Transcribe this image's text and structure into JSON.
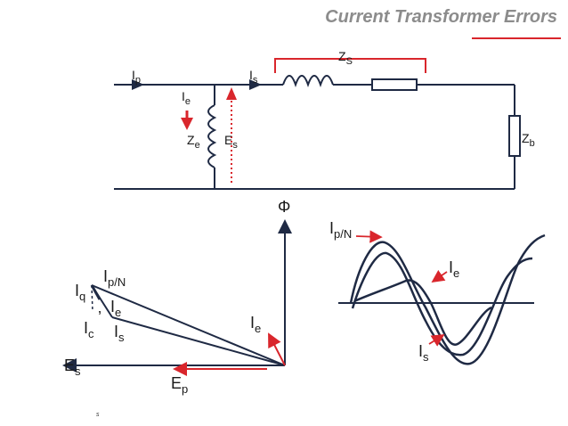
{
  "slide": {
    "title": "Current Transformer Errors",
    "footer_mark": "s"
  },
  "circuit": {
    "ip": "I",
    "ip_sub": "p",
    "is": "I",
    "is_sub": "s",
    "ie": "I",
    "ie_sub": "e",
    "ze": "Z",
    "ze_sub": "e",
    "es": "E",
    "es_sub": "s",
    "zs": "Z",
    "zs_sub": "S",
    "zb": "Z",
    "zb_sub": "b"
  },
  "phasor": {
    "phi": "Φ",
    "iq": "I",
    "iq_sub": "q",
    "ipn": "I",
    "ipn_sub": "p/N",
    "ie_left": "I",
    "ie_left_sub": "e",
    "ic": "I",
    "ic_sub": "c",
    "ic_mark": "’",
    "is_left": "I",
    "is_left_sub": "s",
    "ie_mid": "I",
    "ie_mid_sub": "e",
    "es": "E",
    "es_sub": "s",
    "ep": "E",
    "ep_sub": "p"
  },
  "waveform": {
    "ipn": "I",
    "ipn_sub": "p/N",
    "ie": "I",
    "ie_sub": "e",
    "is": "I",
    "is_sub": "s"
  },
  "colors": {
    "accent_red": "#d9262c",
    "line_dark": "#1f2a44",
    "title_gray": "#8c8c8c"
  }
}
